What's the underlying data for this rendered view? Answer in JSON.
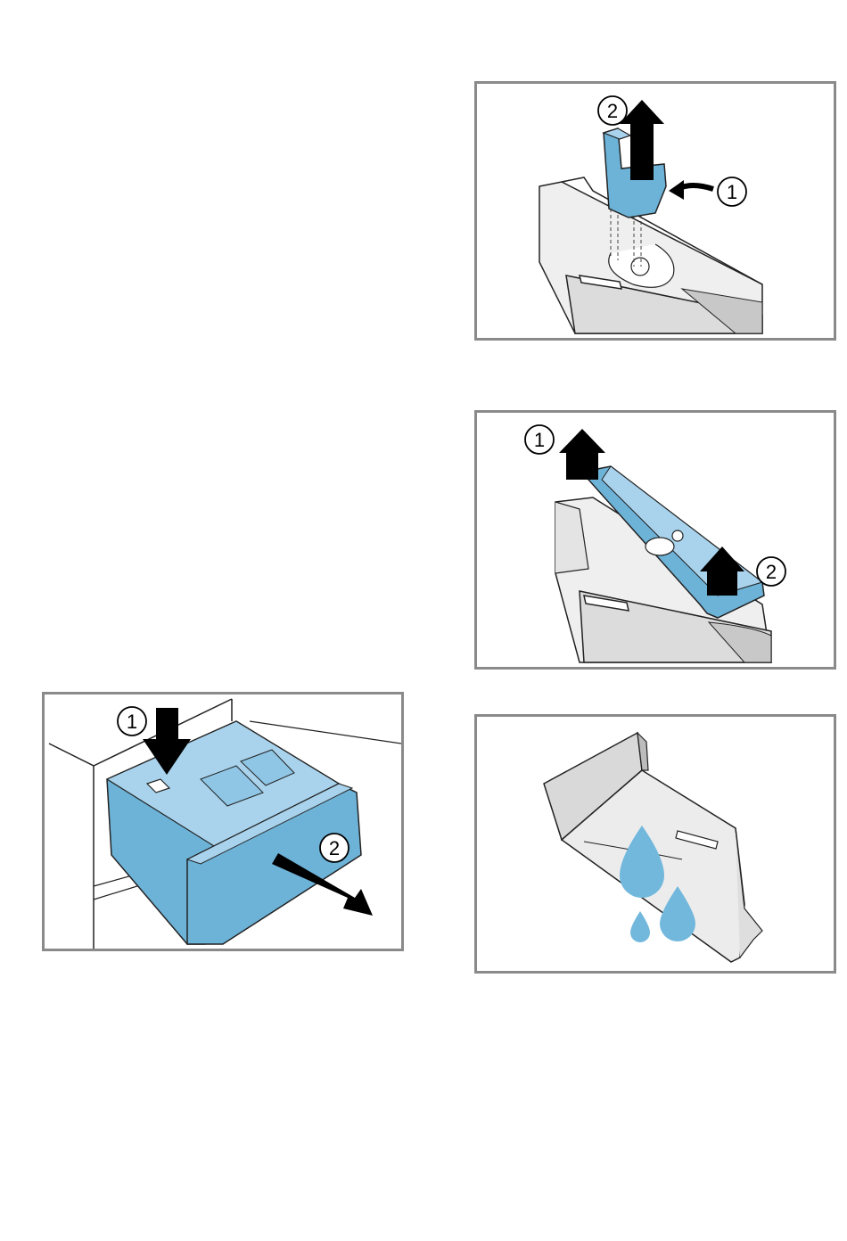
{
  "figures": [
    {
      "callouts": [
        "2",
        "1"
      ]
    },
    {
      "callouts": [
        "1",
        "2"
      ]
    },
    {
      "callouts": [
        "1",
        "2"
      ]
    },
    {
      "callouts": []
    }
  ],
  "colors": {
    "frame": "#8a8a8a",
    "part_blue": "#6db3d8",
    "part_blue_light": "#a9d3ec",
    "drawer_grey": "#d9d9d9",
    "drop_blue": "#72b8dc",
    "arrow": "#000000"
  }
}
